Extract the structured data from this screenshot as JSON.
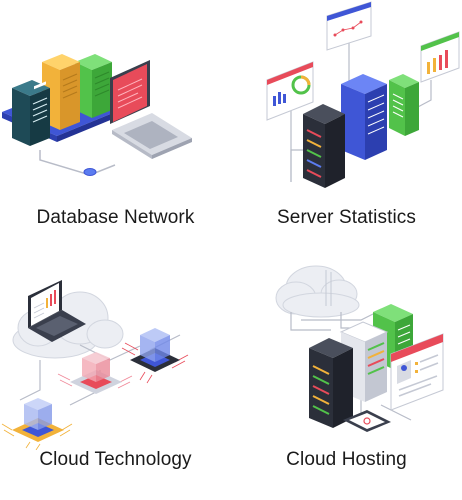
{
  "tiles": [
    {
      "caption": "Database Network",
      "icon": "database-network-icon"
    },
    {
      "caption": "Server Statistics",
      "icon": "server-statistics-icon"
    },
    {
      "caption": "Cloud Technology",
      "icon": "cloud-technology-icon"
    },
    {
      "caption": "Cloud Hosting",
      "icon": "cloud-hosting-icon"
    }
  ],
  "colors": {
    "navy": "#2f3f8f",
    "blue": "#3f56d6",
    "yellow": "#f2b23a",
    "green": "#52c24a",
    "teal": "#1e4a56",
    "red": "#e84b5a",
    "pink": "#f08a9a",
    "gray": "#d8dbe3",
    "dark": "#2b2f3a",
    "line": "#b8bcc8"
  }
}
